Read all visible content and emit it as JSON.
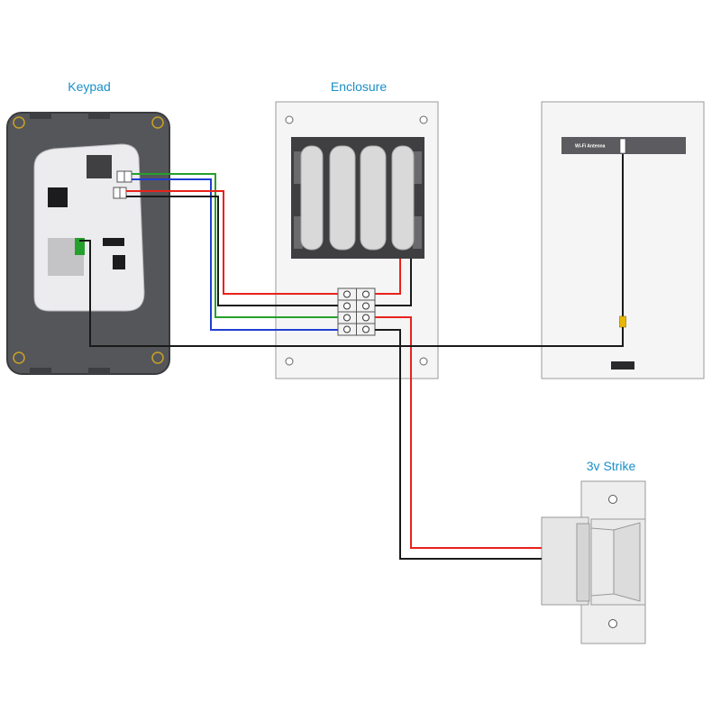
{
  "labels": {
    "keypad": "Keypad",
    "enclosure": "Enclosure",
    "strike": "3v Strike",
    "antenna": "Wi-Fi Antenna"
  },
  "colors": {
    "label": "#1a8fc7",
    "wire_red": "#e8221c",
    "wire_black": "#1a1a1a",
    "wire_green": "#25a02c",
    "wire_blue": "#1f3fd0",
    "keypad_body": "#55565a",
    "keypad_board": "#ececee",
    "battery": "#d9d9d9",
    "antenna_connector": "#e8b800",
    "screw_gold": "#c9a227"
  },
  "components": {
    "battery_count": 4,
    "terminal_block_positions": 4
  }
}
